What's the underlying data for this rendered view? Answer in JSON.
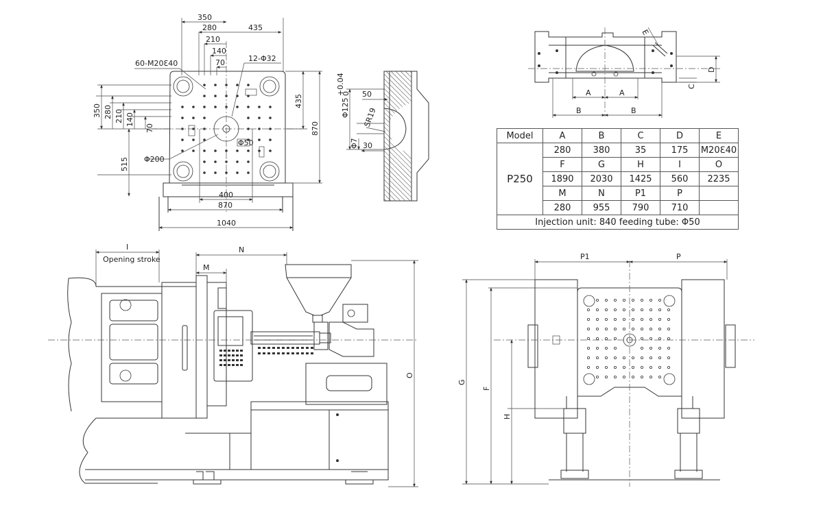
{
  "platen_view": {
    "dims_top": [
      "350",
      "280",
      "210",
      "140",
      "70"
    ],
    "dim_right_top": "435",
    "dims_left": [
      "350",
      "280",
      "210",
      "140",
      "70"
    ],
    "dim_left_long": "515",
    "dim_right": "435",
    "dim_right_outer": "870",
    "dims_bottom": [
      "400",
      "870",
      "1040"
    ],
    "tapped_holes": "60-M20ℇ40",
    "through_holes": "12-Φ32",
    "center_ring": "Φ200",
    "ejector_hole": "Φ50"
  },
  "nozzle_section": {
    "dims": [
      "Φ125",
      "50",
      "SR19",
      "Φ7",
      "30"
    ],
    "tolerance": "+0.04",
    "tolerance2": "0"
  },
  "tie_bar_view": {
    "labels": [
      "A",
      "A",
      "B",
      "B",
      "D",
      "E",
      "C"
    ]
  },
  "spec_table": {
    "header": [
      "Model",
      "A",
      "B",
      "C",
      "D",
      "E"
    ],
    "model": "P250",
    "rows": [
      [
        "280",
        "380",
        "35",
        "175",
        "M20ℇ40"
      ],
      [
        "F",
        "G",
        "H",
        "I",
        "O"
      ],
      [
        "1890",
        "2030",
        "1425",
        "560",
        "2235"
      ],
      [
        "M",
        "N",
        "P1",
        "P",
        ""
      ],
      [
        "280",
        "955",
        "790",
        "710",
        ""
      ]
    ],
    "footer": "Injection unit: 840  feeding tube: Φ50"
  },
  "side_view": {
    "dim_i": "I",
    "dim_n": "N",
    "dim_m": "M",
    "opening_stroke": "Opening stroke",
    "dim_o": "O"
  },
  "front_view": {
    "dim_p1": "P1",
    "dim_p": "P",
    "dim_g": "G",
    "dim_f": "F",
    "dim_h": "H"
  }
}
